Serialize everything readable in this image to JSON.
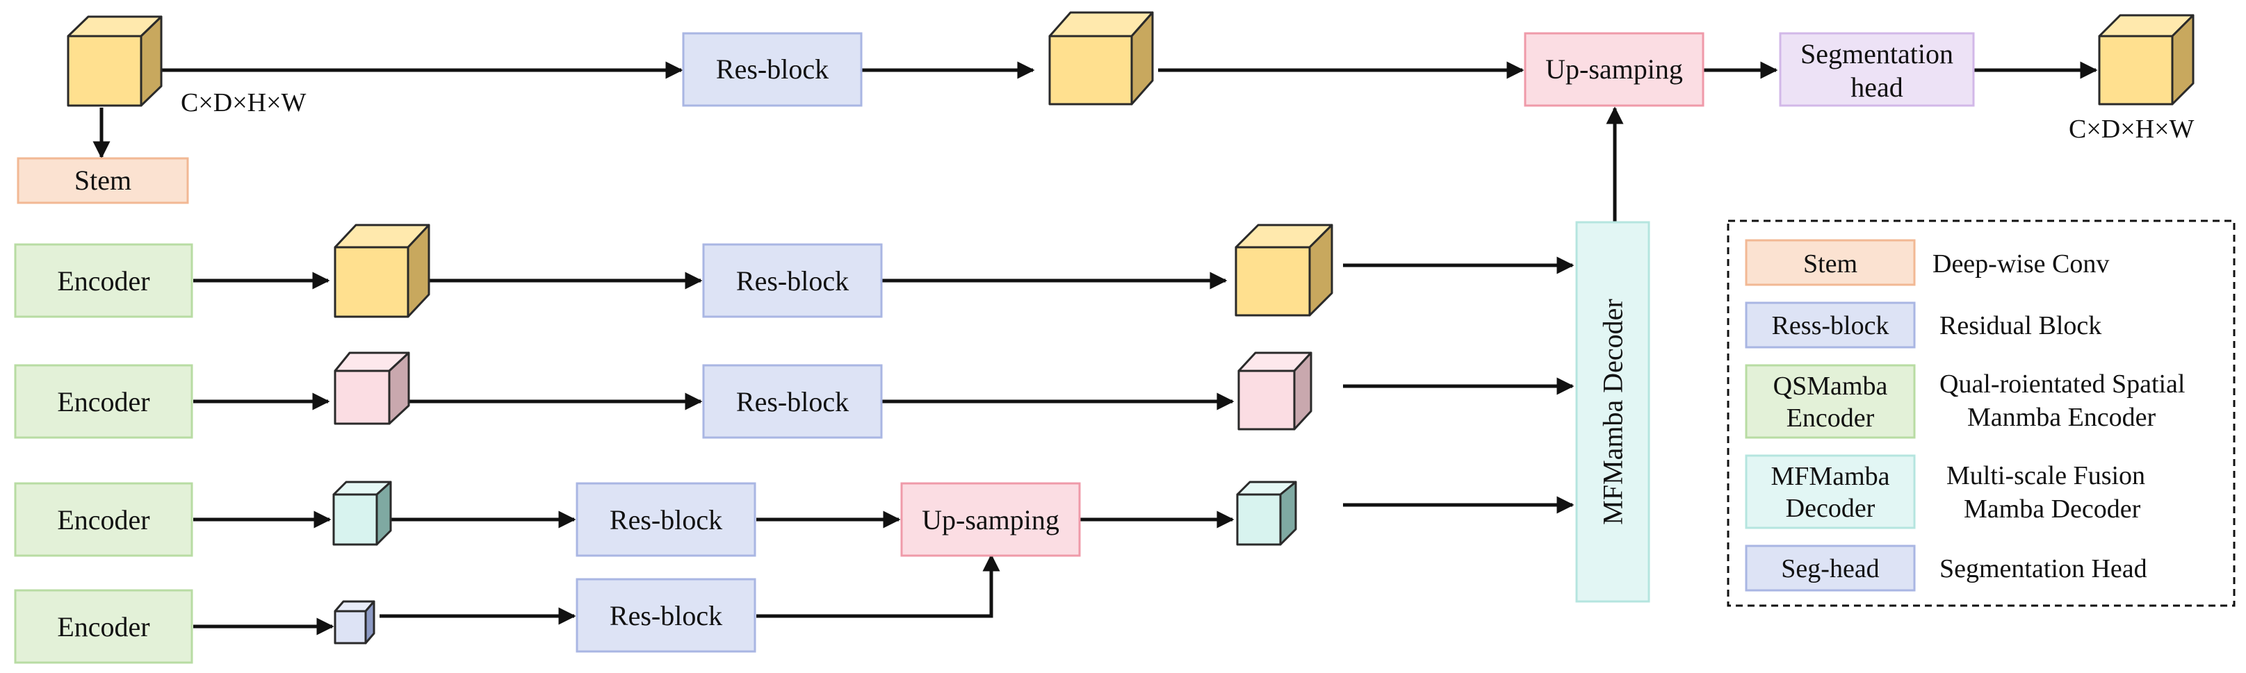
{
  "labels": {
    "res_block": "Res-block",
    "encoder": "Encoder",
    "up_sampling": "Up-samping",
    "stem": "Stem",
    "segmentation_head_line1": "Segmentation",
    "segmentation_head_line2": "head",
    "dims": "C×D×H×W",
    "decoder": "MFMamba Decoder"
  },
  "legend": {
    "items": [
      {
        "box": [
          "Stem"
        ],
        "desc": [
          "Deep-wise Conv"
        ]
      },
      {
        "box": [
          "Ress-block"
        ],
        "desc": [
          "Residual Block"
        ]
      },
      {
        "box": [
          "QSMamba",
          "Encoder"
        ],
        "desc": [
          "Qual-roientated Spatial",
          "Manmba Encoder"
        ]
      },
      {
        "box": [
          "MFMamba",
          "Decoder"
        ],
        "desc": [
          "Multi-scale Fusion",
          "Mamba Decoder"
        ]
      },
      {
        "box": [
          "Seg-head"
        ],
        "desc": [
          "Segmentation Head"
        ]
      }
    ]
  },
  "colors": {
    "res_block_fill": "#dde3f5",
    "res_block_stroke": "#a9b6e3",
    "encoder_fill": "#e3f1d8",
    "encoder_stroke": "#b8dca3",
    "stem_fill": "#fbe2d1",
    "stem_stroke": "#f2b894",
    "upsample_fill": "#fbdde3",
    "upsample_stroke": "#ef9aa9",
    "seghead_fill": "#ede2f6",
    "seghead_stroke": "#d2b8e8",
    "decoder_fill": "#e2f6f4",
    "decoder_stroke": "#b5e5df",
    "cube_yellow": "#ffe08f",
    "cube_pink": "#fbdde3",
    "cube_cyan": "#d8f3ef",
    "cube_blue": "#dde3f5",
    "arrow": "#111111"
  }
}
